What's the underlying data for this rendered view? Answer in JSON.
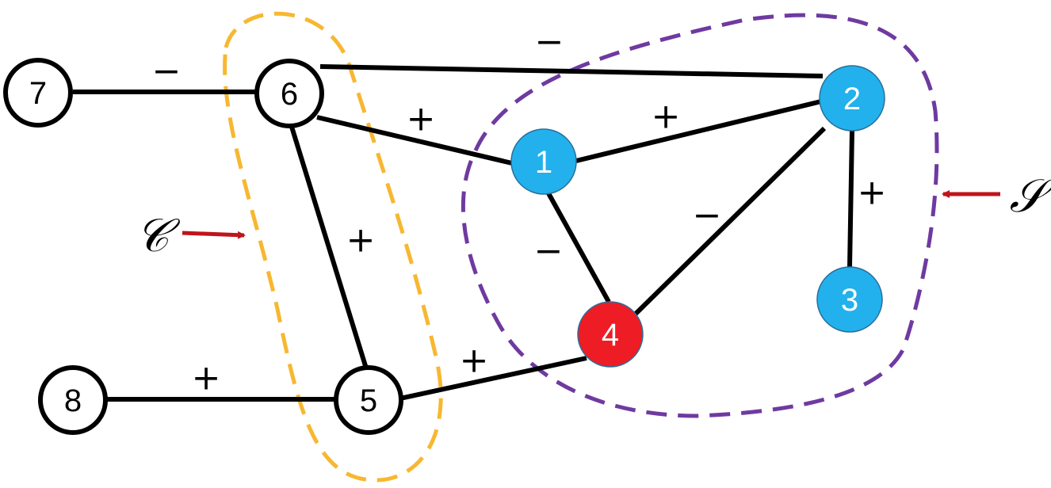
{
  "diagram": {
    "type": "signed-graph",
    "colors": {
      "neutral_fill": "#ffffff",
      "blue_fill": "#22b1ec",
      "red_fill": "#ee1c25",
      "edge": "#000000",
      "set_c_outline": "#f7b731",
      "set_s_outline": "#6f3aa0",
      "arrow": "#c0141c"
    },
    "nodes": [
      {
        "id": "1",
        "label": "1",
        "fill": "blue"
      },
      {
        "id": "2",
        "label": "2",
        "fill": "blue"
      },
      {
        "id": "3",
        "label": "3",
        "fill": "blue"
      },
      {
        "id": "4",
        "label": "4",
        "fill": "red"
      },
      {
        "id": "5",
        "label": "5",
        "fill": "neutral"
      },
      {
        "id": "6",
        "label": "6",
        "fill": "neutral"
      },
      {
        "id": "7",
        "label": "7",
        "fill": "neutral"
      },
      {
        "id": "8",
        "label": "8",
        "fill": "neutral"
      }
    ],
    "edges": [
      {
        "from": "7",
        "to": "6",
        "sign": "−"
      },
      {
        "from": "6",
        "to": "2",
        "sign": "−"
      },
      {
        "from": "6",
        "to": "1",
        "sign": "+"
      },
      {
        "from": "1",
        "to": "2",
        "sign": "+"
      },
      {
        "from": "6",
        "to": "5",
        "sign": "+"
      },
      {
        "from": "1",
        "to": "4",
        "sign": "−"
      },
      {
        "from": "2",
        "to": "4",
        "sign": "−"
      },
      {
        "from": "2",
        "to": "3",
        "sign": "+"
      },
      {
        "from": "8",
        "to": "5",
        "sign": "+"
      },
      {
        "from": "5",
        "to": "4",
        "sign": "+"
      }
    ],
    "sets": [
      {
        "id": "C",
        "label": "𝒞",
        "members": [
          "6",
          "5"
        ]
      },
      {
        "id": "S",
        "label": "𝒮",
        "members": [
          "1",
          "2",
          "3",
          "4"
        ]
      }
    ]
  }
}
